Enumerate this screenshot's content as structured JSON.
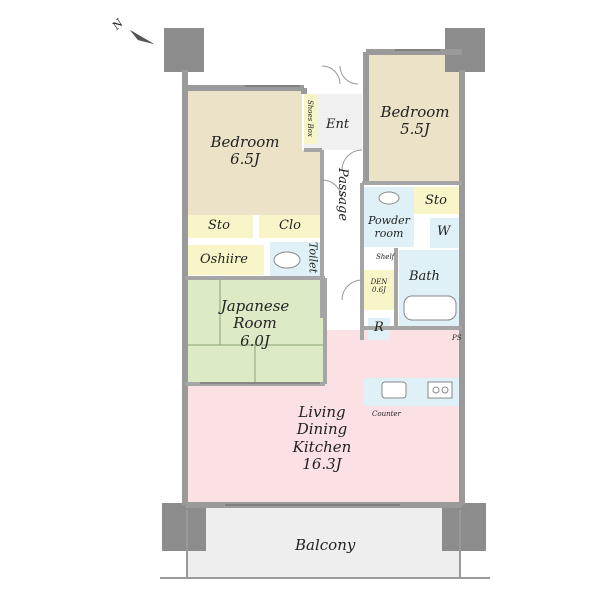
{
  "rooms": {
    "bedroom_left": {
      "name": "Bedroom",
      "size": "6.5J"
    },
    "bedroom_right": {
      "name": "Bedroom",
      "size": "5.5J"
    },
    "japanese_room": {
      "name_line1": "Japanese",
      "name_line2": "Room",
      "size": "6.0J"
    },
    "ldk": {
      "line1": "Living",
      "line2": "Dining",
      "line3": "Kitchen",
      "size": "16.3J"
    },
    "balcony": "Balcony",
    "entrance": "Ent",
    "shoes_box": "Shoes Box",
    "passage": "Passage",
    "sto_left": "Sto",
    "clo": "Clo",
    "oshiire": "Oshiire",
    "toilet": "Toilet",
    "sto_right": "Sto",
    "powder_room_line1": "Powder",
    "powder_room_line2": "room",
    "w": "W",
    "bath": "Bath",
    "shelf": "Shelf",
    "den_line1": "DEN",
    "den_line2": "0.6J",
    "r": "R",
    "ps": "PS",
    "counter": "Counter"
  },
  "compass": {
    "label": "N",
    "icon": "north-arrow-icon"
  },
  "colors": {
    "bedroom": "#ece2c8",
    "japanese": "#dcebc6",
    "ldk": "#fbe0e4",
    "wet": "#dff1f6",
    "storage": "#f8f6c9",
    "wall": "#9a9a9a",
    "pillar": "#8c8c8c",
    "balcony": "#eeeeee"
  }
}
